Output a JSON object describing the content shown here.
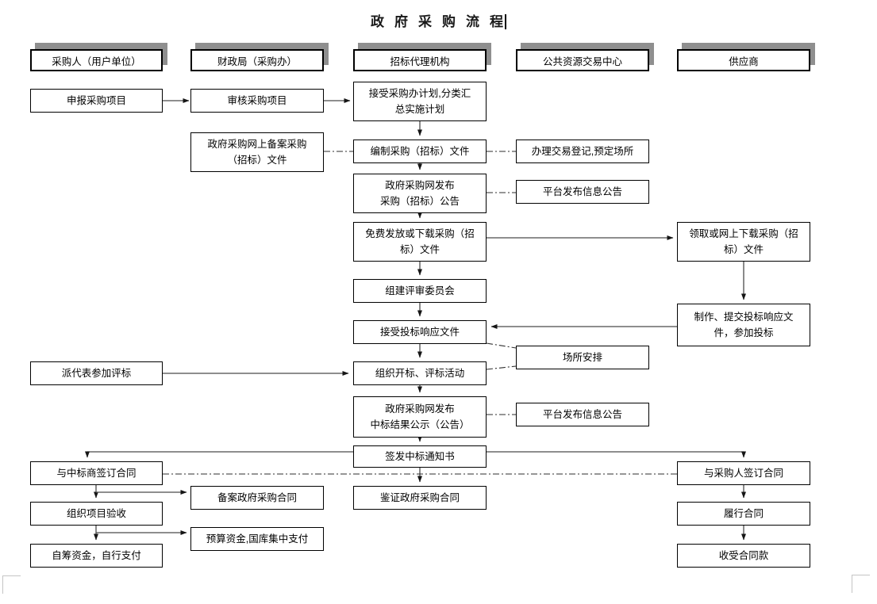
{
  "title": {
    "text": "政府采购流程"
  },
  "lanes": {
    "purchaser": "采购人（用户单位）",
    "finance": "财政局（采购办）",
    "agency": "招标代理机构",
    "exchange": "公共资源交易中心",
    "supplier": "供应商"
  },
  "nodes": {
    "declare": "申报采购项目",
    "review": "审核采购项目",
    "accept_plan": "接受采购办计划,分类汇\n总实施计划",
    "online_record": "政府采购网上备案采购\n（招标）文件",
    "compile_docs": "编制采购（招标）文件",
    "registration": "办理交易登记,预定场所",
    "publish_notice": "政府采购网发布\n采购（招标）公告",
    "platform_notice1": "平台发布信息公告",
    "distribute_docs": "免费发放或下载采购（招\n标）文件",
    "download_docs": "领取或网上下载采购（招\n标）文件",
    "committee": "组建评审委员会",
    "receive_bids": "接受投标响应文件",
    "make_bids": "制作、提交投标响应文\n件，参加投标",
    "venue": "场所安排",
    "delegate": "派代表参加评标",
    "open_bids": "组织开标、评标活动",
    "publish_result": "政府采购网发布\n中标结果公示（公告）",
    "platform_notice2": "平台发布信息公告",
    "issue_notice": "签发中标通知书",
    "sign_winner": "与中标商签订合同",
    "certify_contract": "鉴证政府采购合同",
    "sign_purchaser": "与采购人签订合同",
    "record_contract": "备案政府采购合同",
    "acceptance": "组织项目验收",
    "budget_funds": "预算资金,国库集中支付",
    "self_funds": "自筹资金，自行支付",
    "perform_contract": "履行合同",
    "receive_payment": "收受合同款"
  },
  "style": {
    "box_border": "#000000",
    "header_shadow": "#8f8f8f",
    "line_color": "#4a4a4a",
    "page_background": "#ffffff"
  }
}
